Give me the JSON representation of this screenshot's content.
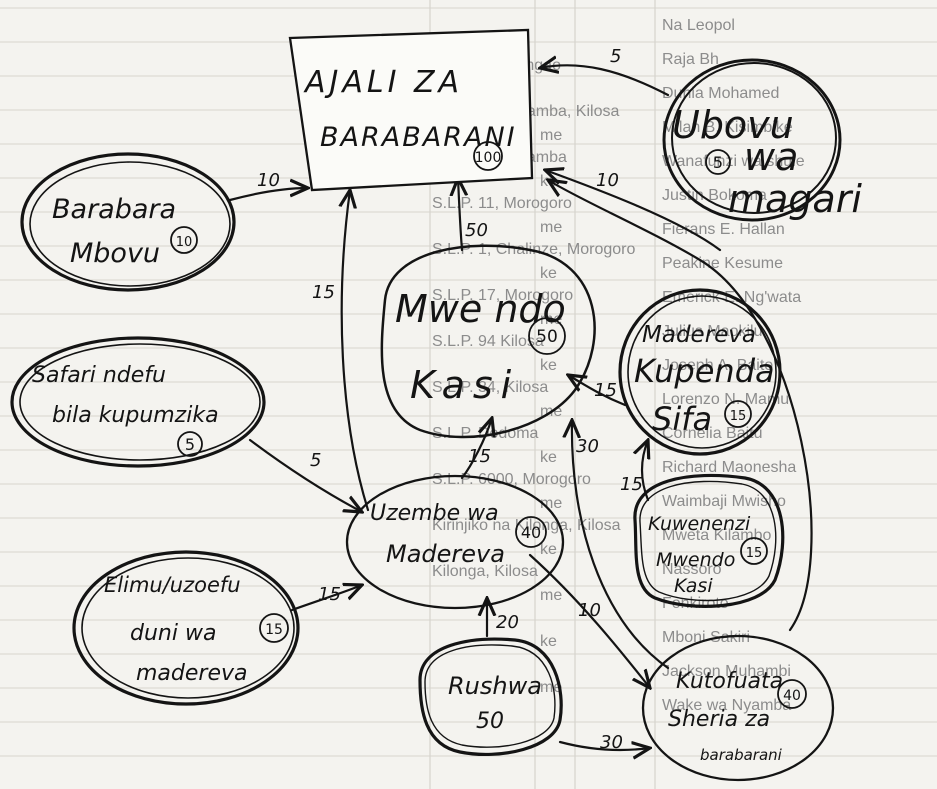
{
  "title_node": {
    "line1": "AJALI ZA",
    "line2": "BARABARANI",
    "score": "100"
  },
  "nodes": {
    "ubovu": {
      "lines": [
        "Ubovu",
        "wa",
        "magari"
      ],
      "score": "5"
    },
    "barabara": {
      "lines": [
        "Barabara",
        "Mbovu"
      ],
      "score": "10"
    },
    "mwendo": {
      "lines": [
        "Mwe ndo",
        "Kasi"
      ],
      "score": "50"
    },
    "madereva_kupenda": {
      "lines": [
        "Madereva",
        "Kupenda",
        "Sifa"
      ],
      "score": "15"
    },
    "safari": {
      "lines": [
        "Safari ndefu",
        "bila kupumzika"
      ],
      "score": "5"
    },
    "kuwenenzi": {
      "lines": [
        "Kuwenenzi",
        "Mwendo",
        "Kasi"
      ],
      "score": "15"
    },
    "uzembe": {
      "lines": [
        "Uzembe wa",
        "Madereva"
      ],
      "score": "40"
    },
    "elimu": {
      "lines": [
        "Elimu/uzoefu",
        "duni wa",
        "madereva"
      ],
      "score": "15"
    },
    "rushwa": {
      "lines": [
        "Rushwa",
        "50"
      ],
      "score": ""
    },
    "kutofuata": {
      "lines": [
        "Kutofuata",
        "Sheria za",
        "barabarani"
      ],
      "score": "40"
    }
  },
  "edge_labels": {
    "ubovu_ajali": "5",
    "barabara_ajali": "10",
    "mwendo_ajali": "50",
    "uzembe_ajali": "15",
    "kutofuata_ajali": "10",
    "kupenda_mwendo": "15",
    "safari_uzembe": "5",
    "uzembe_mwendo": "15",
    "kutofuata_mwendo": "30",
    "kuwenenzi_kupenda": "15",
    "elimu_uzembe": "15",
    "rushwa_uzembe": "20",
    "uzembe_kutofuata": "10",
    "rushwa_kutofuata": "30"
  },
  "background_text": [
    "Na Leopol",
    "Raja Bh",
    "Dunia Mohamed",
    "Milan B. Kisimbike",
    "Wanafunzi wa shule",
    "Justin Bokoma",
    "Fierans E. Hallan",
    "Peakine Kesume",
    "Emerick E. Ng'wata",
    "Julius Maokilu",
    "Joseph A. Baito",
    "Lorenzo N. Mamu",
    "Cornelia Baitu",
    "Richard Maonesha",
    "Waimbaji Mwisho",
    "Mweta Kilambo",
    "Nassoro",
    "Fonkiroto",
    "Mboni Sakiri",
    "Jackson Muhambi",
    "Wake wa Nyamba",
    "Kiwanja, Nyangao",
    "S.L.P. 13, Mbamba, Kilosa",
    "S.L.P. 71, Mbamba",
    "S.L.P. 11, Morogoro",
    "S.L.P. 1, Chalinze, Morogoro",
    "S.L.P. 17, Morogoro",
    "S.L.P. 94 Kilosa",
    "S.L.P. 34, Kilosa",
    "S.L.P. Dodoma",
    "S.L.P. 6000, Morogoro",
    "Kirinjiko na Kilonga, Kilosa",
    "Kilonga, Kilosa"
  ],
  "background_codes": [
    "me",
    "ke",
    "me",
    "ke",
    "me",
    "ke",
    "me",
    "ke",
    "me",
    "ke",
    "me",
    "ke",
    "me"
  ]
}
